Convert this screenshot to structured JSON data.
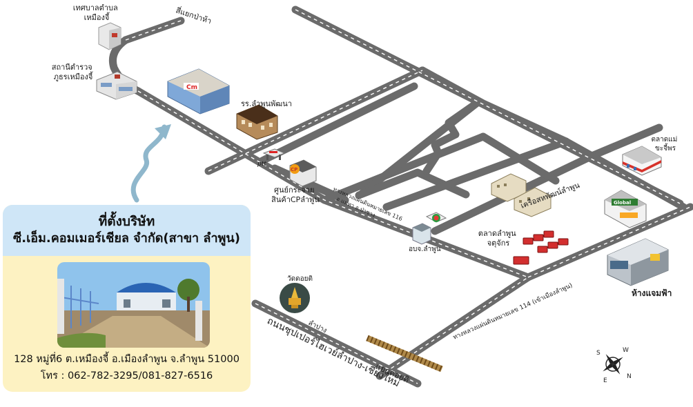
{
  "company_card": {
    "title": "ที่ตั้งบริษัท",
    "company": "ซี.เอ็ม.คอมเมอร์เชียล จำกัด(สาขา ลำพูน)",
    "address": "128 หมู่ที่6 ต.เหมืองจี้ อ.เมืองลำพูน จ.ลำพูน 51000",
    "phone": "โทร : 062-782-3295/081-827-6516"
  },
  "places": {
    "municipality": [
      "เทศบาลตำบล",
      "เหมืองจี้"
    ],
    "police": [
      "สถานีตำรวจ",
      "ภูธรเหมืองจี้"
    ],
    "school": "รร.ลำพูนพัฒนา",
    "ptt": "ptt",
    "cp_center": [
      "ศูนย์กระจาย",
      "สินค้าCPลำพูน"
    ],
    "obj": "อบจ.ลำพูน",
    "maekhaluang_market": [
      "ตลาดแม่",
      "ขะจี้พร"
    ],
    "coop": "เครือสหพัฒน์ลำพูน",
    "chatuchak_market": [
      "ตลาดลำพูน",
      "จตุจักร"
    ],
    "mall": "ห้างแจมฟ้า",
    "temple": "วัดดอยติ",
    "global_sign": "Global"
  },
  "roads": {
    "intersection_north": "สี่แยกป่าห้า",
    "highway_116": [
      "ทางหลวงแผ่นดินหมายเลข 116",
      "อ.แม่ทา อ.ป่าซาง"
    ],
    "highway_114": "ทางหลวงแผ่นดินหมายเลข 114 (เข้าเมืองลำพูน)",
    "superhighway": "ถนนซุปเปอร์ไฮเวย์ลำปาง-เชียงใหม่",
    "lampang": "ลำปาง",
    "doiti_junction": "แยกดอยติ"
  },
  "compass": {
    "n": "N",
    "e": "E",
    "s": "S",
    "w": "W"
  },
  "colors": {
    "road": "#6b6b6b",
    "road_center": "#ffffff",
    "card_head": "#cfe6f7",
    "card_body": "#fdf2c2",
    "arrow": "#8fb7cc"
  }
}
